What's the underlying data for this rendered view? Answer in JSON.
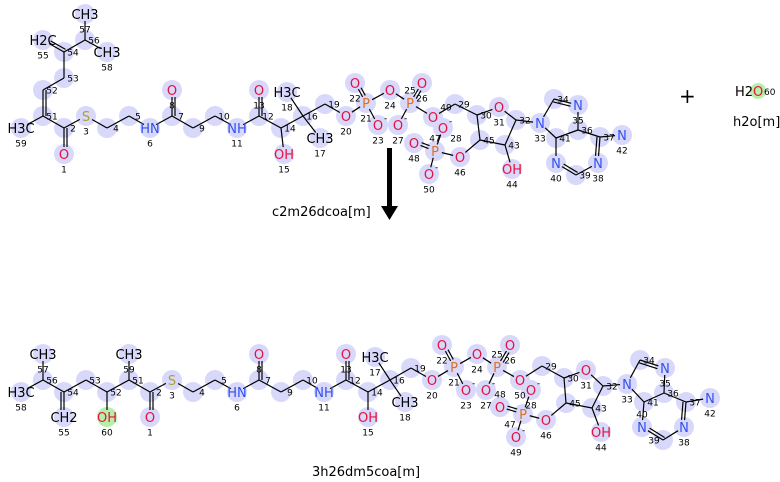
{
  "reaction": {
    "plus": "+",
    "arrow_icon": "reaction-arrow-down",
    "colors": {
      "O": "#e8103c",
      "N": "#3050f0",
      "S": "#b0a030",
      "P": "#e07020",
      "C": "#000000",
      "highlight": "#d8d8fb",
      "mapped": "#b6f0a8"
    }
  },
  "molecules": [
    {
      "name": "c2m26dcoa[m]",
      "atoms": [
        {
          "id": "1",
          "el": "O",
          "text": "O"
        },
        {
          "id": "2",
          "el": "C",
          "text": ""
        },
        {
          "id": "3",
          "el": "S",
          "text": "S"
        },
        {
          "id": "4",
          "el": "C",
          "text": ""
        },
        {
          "id": "5",
          "el": "C",
          "text": ""
        },
        {
          "id": "6",
          "el": "N",
          "text": "HN"
        },
        {
          "id": "7",
          "el": "C",
          "text": ""
        },
        {
          "id": "8",
          "el": "O",
          "text": "O"
        },
        {
          "id": "9",
          "el": "C",
          "text": ""
        },
        {
          "id": "10",
          "el": "C",
          "text": ""
        },
        {
          "id": "11",
          "el": "N",
          "text": "NH"
        },
        {
          "id": "12",
          "el": "C",
          "text": ""
        },
        {
          "id": "13",
          "el": "O",
          "text": "O"
        },
        {
          "id": "14",
          "el": "C",
          "text": ""
        },
        {
          "id": "15",
          "el": "O",
          "text": "OH"
        },
        {
          "id": "16",
          "el": "C",
          "text": ""
        },
        {
          "id": "17",
          "el": "C",
          "text": "CH3"
        },
        {
          "id": "18",
          "el": "C",
          "text": "H3C"
        },
        {
          "id": "19",
          "el": "C",
          "text": ""
        },
        {
          "id": "20",
          "el": "O",
          "text": "O"
        },
        {
          "id": "21",
          "el": "P",
          "text": "P"
        },
        {
          "id": "22",
          "el": "O",
          "text": "O"
        },
        {
          "id": "23",
          "el": "O",
          "text": "O",
          "charge": "-"
        },
        {
          "id": "24",
          "el": "O",
          "text": "O"
        },
        {
          "id": "25",
          "el": "P",
          "text": "P"
        },
        {
          "id": "26",
          "el": "O",
          "text": "O"
        },
        {
          "id": "27",
          "el": "O",
          "text": "O",
          "charge": "-"
        },
        {
          "id": "28",
          "el": "O",
          "text": "O",
          "charge": "-"
        },
        {
          "id": "29",
          "el": "C",
          "text": ""
        },
        {
          "id": "30",
          "el": "C",
          "text": ""
        },
        {
          "id": "31",
          "el": "O",
          "text": "O"
        },
        {
          "id": "32",
          "el": "C",
          "text": ""
        },
        {
          "id": "33",
          "el": "N",
          "text": "N"
        },
        {
          "id": "34",
          "el": "C",
          "text": ""
        },
        {
          "id": "35",
          "el": "N",
          "text": "N"
        },
        {
          "id": "36",
          "el": "C",
          "text": ""
        },
        {
          "id": "37",
          "el": "C",
          "text": ""
        },
        {
          "id": "38",
          "el": "N",
          "text": "N"
        },
        {
          "id": "39",
          "el": "C",
          "text": ""
        },
        {
          "id": "40",
          "el": "N",
          "text": "N"
        },
        {
          "id": "41",
          "el": "C",
          "text": ""
        },
        {
          "id": "42",
          "el": "N",
          "text": "N"
        },
        {
          "id": "43",
          "el": "C",
          "text": ""
        },
        {
          "id": "44",
          "el": "O",
          "text": "OH"
        },
        {
          "id": "45",
          "el": "C",
          "text": ""
        },
        {
          "id": "46",
          "el": "O",
          "text": "O"
        },
        {
          "id": "47",
          "el": "P",
          "text": "P"
        },
        {
          "id": "48",
          "el": "O",
          "text": "O"
        },
        {
          "id": "49",
          "el": "O",
          "text": "O"
        },
        {
          "id": "50",
          "el": "O",
          "text": "O",
          "charge": "-"
        },
        {
          "id": "51",
          "el": "C",
          "text": ""
        },
        {
          "id": "52",
          "el": "C",
          "text": ""
        },
        {
          "id": "53",
          "el": "C",
          "text": ""
        },
        {
          "id": "54",
          "el": "C",
          "text": ""
        },
        {
          "id": "55",
          "el": "C",
          "text": "H2C"
        },
        {
          "id": "56",
          "el": "C",
          "text": ""
        },
        {
          "id": "57",
          "el": "C",
          "text": "CH3"
        },
        {
          "id": "58",
          "el": "C",
          "text": "CH3"
        },
        {
          "id": "59",
          "el": "C",
          "text": "H3C"
        }
      ]
    },
    {
      "name": "h2o[m]",
      "atoms": [
        {
          "id": "60",
          "el": "O",
          "text": "H2O",
          "mapped": true
        }
      ]
    },
    {
      "name": "3h26dm5coa[m]",
      "atoms": [
        {
          "id": "1",
          "el": "O",
          "text": "O"
        },
        {
          "id": "2",
          "el": "C",
          "text": ""
        },
        {
          "id": "3",
          "el": "S",
          "text": "S"
        },
        {
          "id": "4",
          "el": "C",
          "text": ""
        },
        {
          "id": "5",
          "el": "C",
          "text": ""
        },
        {
          "id": "6",
          "el": "N",
          "text": "HN"
        },
        {
          "id": "7",
          "el": "C",
          "text": ""
        },
        {
          "id": "8",
          "el": "O",
          "text": "O"
        },
        {
          "id": "9",
          "el": "C",
          "text": ""
        },
        {
          "id": "10",
          "el": "C",
          "text": ""
        },
        {
          "id": "11",
          "el": "N",
          "text": "NH"
        },
        {
          "id": "12",
          "el": "C",
          "text": ""
        },
        {
          "id": "13",
          "el": "O",
          "text": "O"
        },
        {
          "id": "14",
          "el": "C",
          "text": ""
        },
        {
          "id": "15",
          "el": "O",
          "text": "OH"
        },
        {
          "id": "16",
          "el": "C",
          "text": ""
        },
        {
          "id": "17",
          "el": "C",
          "text": "H3C"
        },
        {
          "id": "18",
          "el": "C",
          "text": "CH3"
        },
        {
          "id": "19",
          "el": "C",
          "text": ""
        },
        {
          "id": "20",
          "el": "O",
          "text": "O"
        },
        {
          "id": "21",
          "el": "P",
          "text": "P"
        },
        {
          "id": "22",
          "el": "O",
          "text": "O"
        },
        {
          "id": "23",
          "el": "O",
          "text": "O",
          "charge": "-"
        },
        {
          "id": "24",
          "el": "O",
          "text": "O"
        },
        {
          "id": "25",
          "el": "P",
          "text": "P"
        },
        {
          "id": "26",
          "el": "O",
          "text": "O"
        },
        {
          "id": "27",
          "el": "O",
          "text": "O",
          "charge": "-"
        },
        {
          "id": "28",
          "el": "O",
          "text": "O",
          "charge": "-"
        },
        {
          "id": "29",
          "el": "C",
          "text": ""
        },
        {
          "id": "30",
          "el": "C",
          "text": ""
        },
        {
          "id": "31",
          "el": "O",
          "text": "O"
        },
        {
          "id": "32",
          "el": "C",
          "text": ""
        },
        {
          "id": "33",
          "el": "N",
          "text": "N"
        },
        {
          "id": "34",
          "el": "C",
          "text": ""
        },
        {
          "id": "35",
          "el": "N",
          "text": "N"
        },
        {
          "id": "36",
          "el": "C",
          "text": ""
        },
        {
          "id": "37",
          "el": "C",
          "text": ""
        },
        {
          "id": "38",
          "el": "N",
          "text": "N"
        },
        {
          "id": "39",
          "el": "C",
          "text": ""
        },
        {
          "id": "40",
          "el": "N",
          "text": "N"
        },
        {
          "id": "41",
          "el": "C",
          "text": ""
        },
        {
          "id": "42",
          "el": "N",
          "text": "N"
        },
        {
          "id": "43",
          "el": "C",
          "text": ""
        },
        {
          "id": "44",
          "el": "O",
          "text": "OH"
        },
        {
          "id": "45",
          "el": "C",
          "text": ""
        },
        {
          "id": "46",
          "el": "O",
          "text": "O"
        },
        {
          "id": "47",
          "el": "P",
          "text": "P"
        },
        {
          "id": "48",
          "el": "O",
          "text": "O"
        },
        {
          "id": "49",
          "el": "O",
          "text": "O",
          "charge": "-"
        },
        {
          "id": "50",
          "el": "O",
          "text": "O"
        },
        {
          "id": "51",
          "el": "C",
          "text": ""
        },
        {
          "id": "52",
          "el": "C",
          "text": ""
        },
        {
          "id": "53",
          "el": "C",
          "text": ""
        },
        {
          "id": "54",
          "el": "C",
          "text": ""
        },
        {
          "id": "55",
          "el": "C",
          "text": "CH2"
        },
        {
          "id": "56",
          "el": "C",
          "text": ""
        },
        {
          "id": "57",
          "el": "C",
          "text": "CH3"
        },
        {
          "id": "58",
          "el": "C",
          "text": "H3C"
        },
        {
          "id": "59",
          "el": "C",
          "text": "CH3"
        },
        {
          "id": "60",
          "el": "O",
          "text": "OH",
          "mapped": true
        }
      ]
    }
  ]
}
